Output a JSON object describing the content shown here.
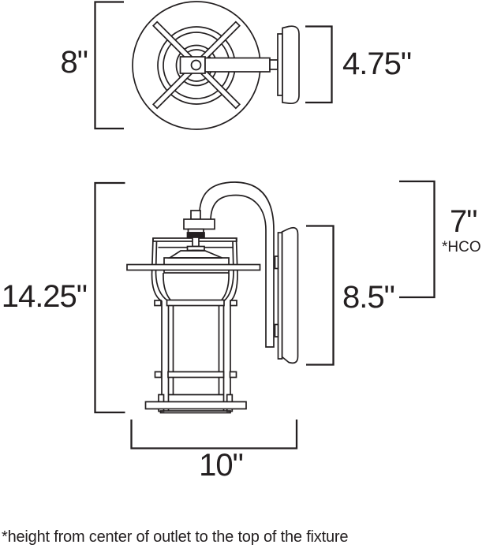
{
  "diagram": {
    "dimensions": {
      "fixture_diameter": "8\"",
      "backplate_width": "4.75\"",
      "fixture_height": "14.25\"",
      "backplate_height": "8.5\"",
      "height_center_outlet": "7\"",
      "hco_abbrev": "*HCO",
      "fixture_width": "10\""
    },
    "footnote": "*height from center of outlet to the top of the fixture",
    "colors": {
      "line": "#231f20",
      "text": "#231f20",
      "background": "#ffffff"
    }
  }
}
